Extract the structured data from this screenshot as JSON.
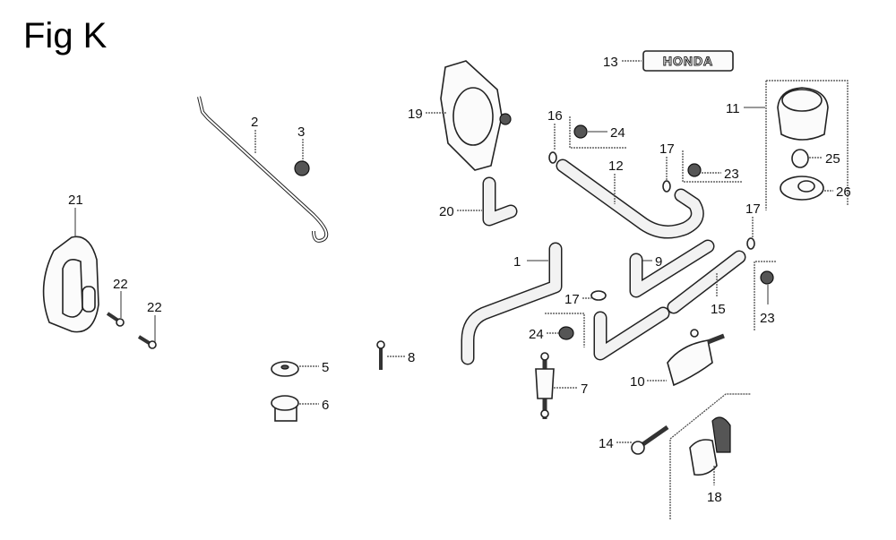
{
  "figure": {
    "title": "Fig K",
    "logo_text": "HONDA"
  },
  "callouts": {
    "p1": "1",
    "p2": "2",
    "p3": "3",
    "p5": "5",
    "p6": "6",
    "p7": "7",
    "p8": "8",
    "p9": "9",
    "p10": "10",
    "p11": "11",
    "p12": "12",
    "p13": "13",
    "p14": "14",
    "p15": "15",
    "p16": "16",
    "p17a": "17",
    "p17b": "17",
    "p17c": "17",
    "p18": "18",
    "p19": "19",
    "p20": "20",
    "p21": "21",
    "p22a": "22",
    "p22b": "22",
    "p23a": "23",
    "p23b": "23",
    "p24a": "24",
    "p24b": "24",
    "p25": "25",
    "p26": "26"
  }
}
